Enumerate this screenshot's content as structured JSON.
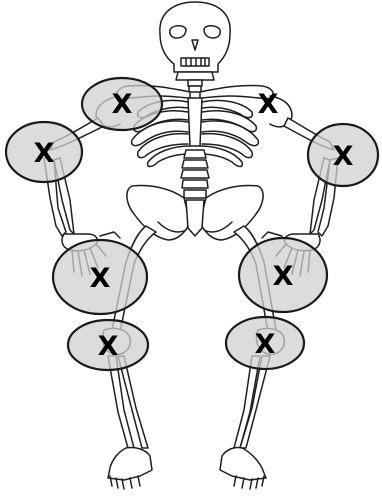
{
  "figure": {
    "subject": "skeleton-front-view",
    "line_color": "#1f1f1f",
    "bone_fill": "#ffffff",
    "background": "#ffffff"
  },
  "markers": {
    "symbol": "X",
    "fill_color": "#d0d0d0",
    "outline_color": "#1a1a1a",
    "symbol_color": "#000000",
    "items": [
      {
        "joint": "right-shoulder",
        "circled": true
      },
      {
        "joint": "left-shoulder",
        "circled": false
      },
      {
        "joint": "right-elbow",
        "circled": true
      },
      {
        "joint": "left-elbow",
        "circled": true
      },
      {
        "joint": "right-wrist-hand",
        "circled": true
      },
      {
        "joint": "left-wrist-hand",
        "circled": true
      },
      {
        "joint": "right-knee",
        "circled": true
      },
      {
        "joint": "left-knee",
        "circled": true
      }
    ]
  }
}
